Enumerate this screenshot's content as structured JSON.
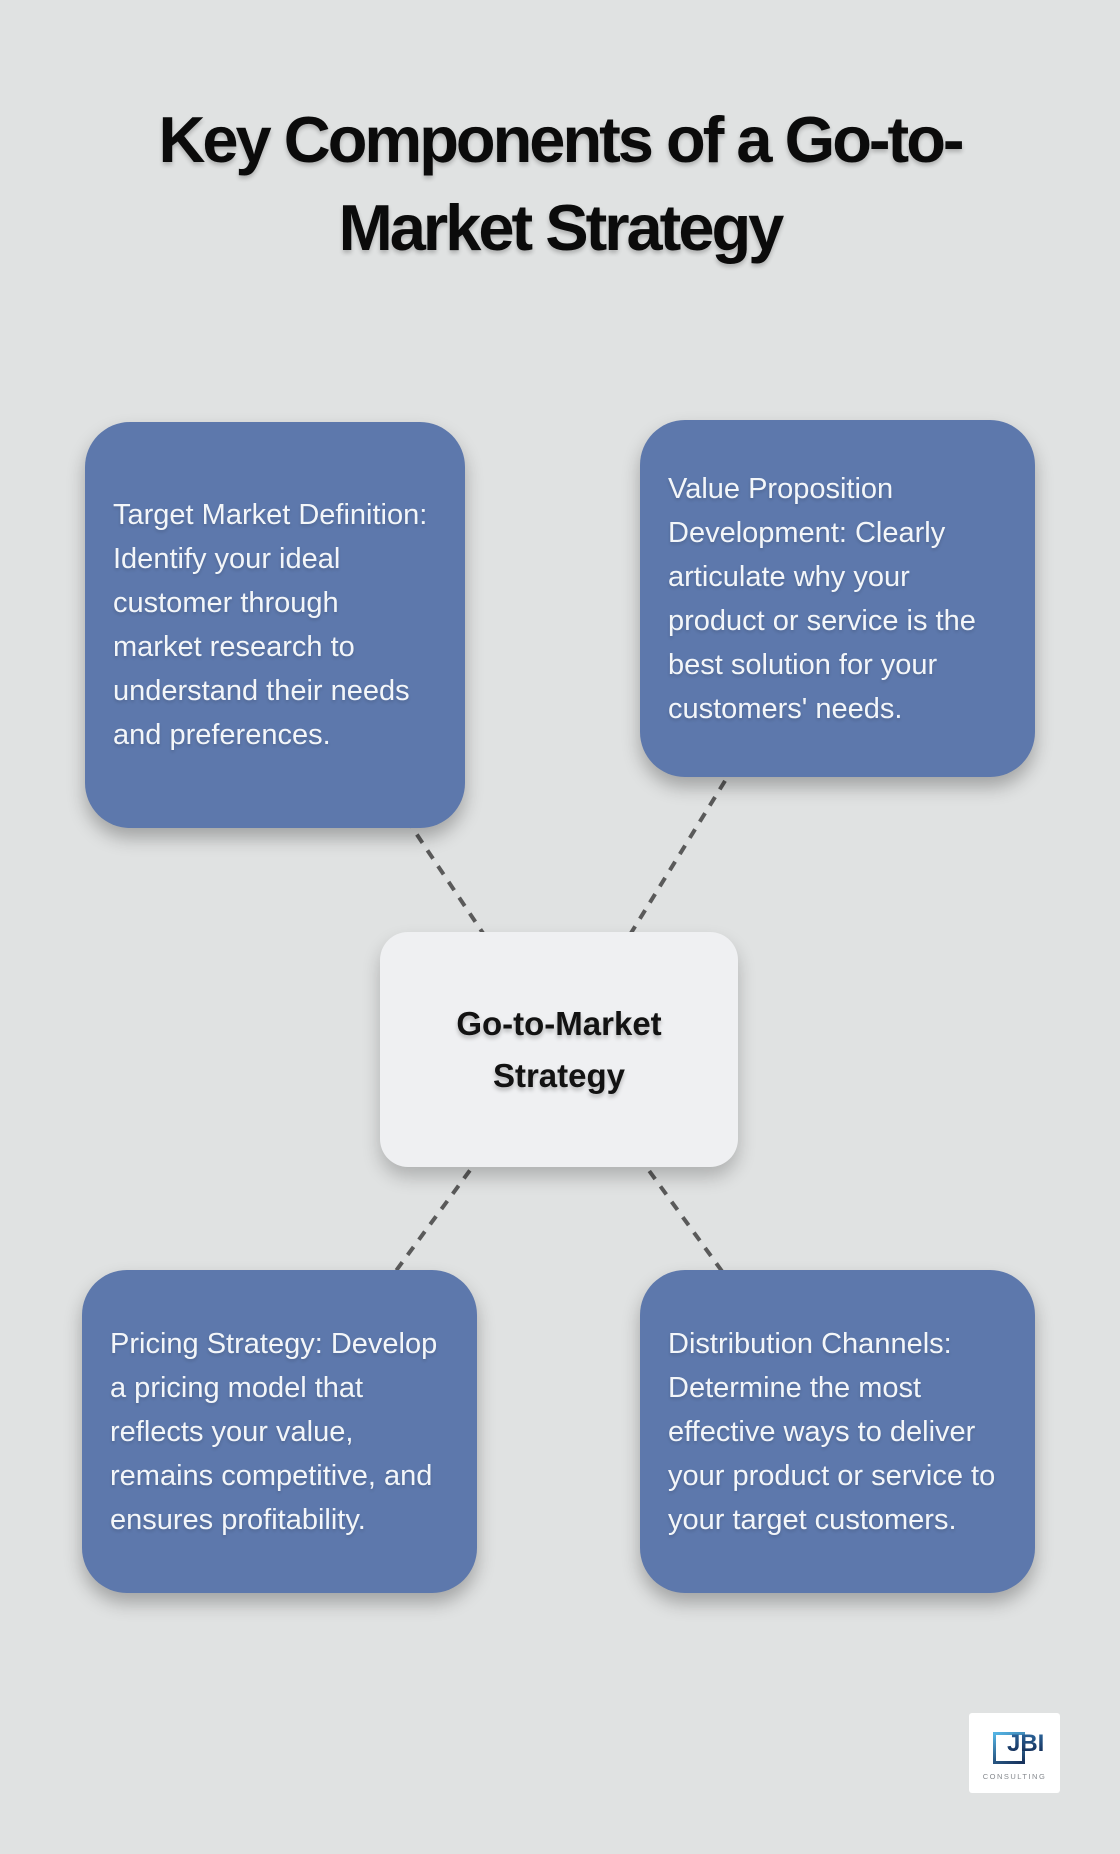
{
  "title": "Key Components of a Go-to-Market Strategy",
  "center_node": {
    "label": "Go-to-Market Strategy"
  },
  "component_boxes": [
    {
      "id": "target-market-definition",
      "text": "Target Market Definition: Identify your ideal customer through market research to understand their needs and preferences."
    },
    {
      "id": "value-proposition-development",
      "text": "Value Proposition Development: Clearly articulate why your product or service is the best solution for your customers' needs."
    },
    {
      "id": "pricing-strategy",
      "text": "Pricing Strategy: Develop a pricing model that reflects your value, remains competitive, and ensures profitability."
    },
    {
      "id": "distribution-channels",
      "text": "Distribution Channels: Determine the most effective ways to deliver your product or service to your target customers."
    }
  ],
  "logo": {
    "name": "JBI",
    "subtitle": "CONSULTING"
  },
  "colors": {
    "background": "#e0e2e2",
    "component_box": "#5d78ac",
    "component_text": "#f3f6f9",
    "center_box": "#eff0f2",
    "center_text": "#121212",
    "title_text": "#0b0b0b",
    "connector": "#5a5a5a",
    "logo_navy": "#16305a",
    "logo_light_blue": "#55b4e4",
    "logo_subtitle_gray": "#85898e"
  }
}
